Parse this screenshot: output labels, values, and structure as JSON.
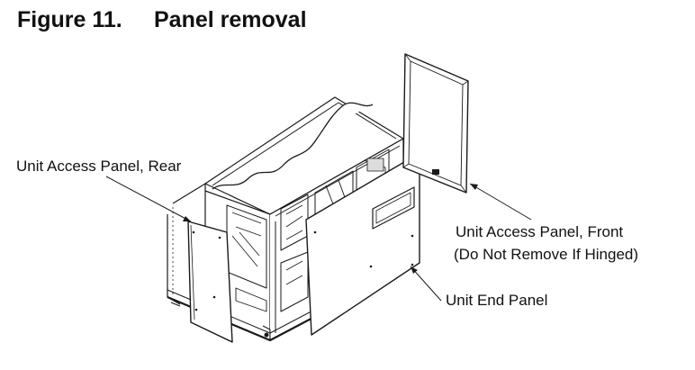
{
  "figure": {
    "number": "Figure 11.",
    "title": "Panel removal"
  },
  "callouts": {
    "rear_panel": "Unit Access Panel, Rear",
    "front_panel_line1": "Unit Access Panel, Front",
    "front_panel_line2": "(Do Not Remove If Hinged)",
    "end_panel": "Unit End Panel"
  }
}
